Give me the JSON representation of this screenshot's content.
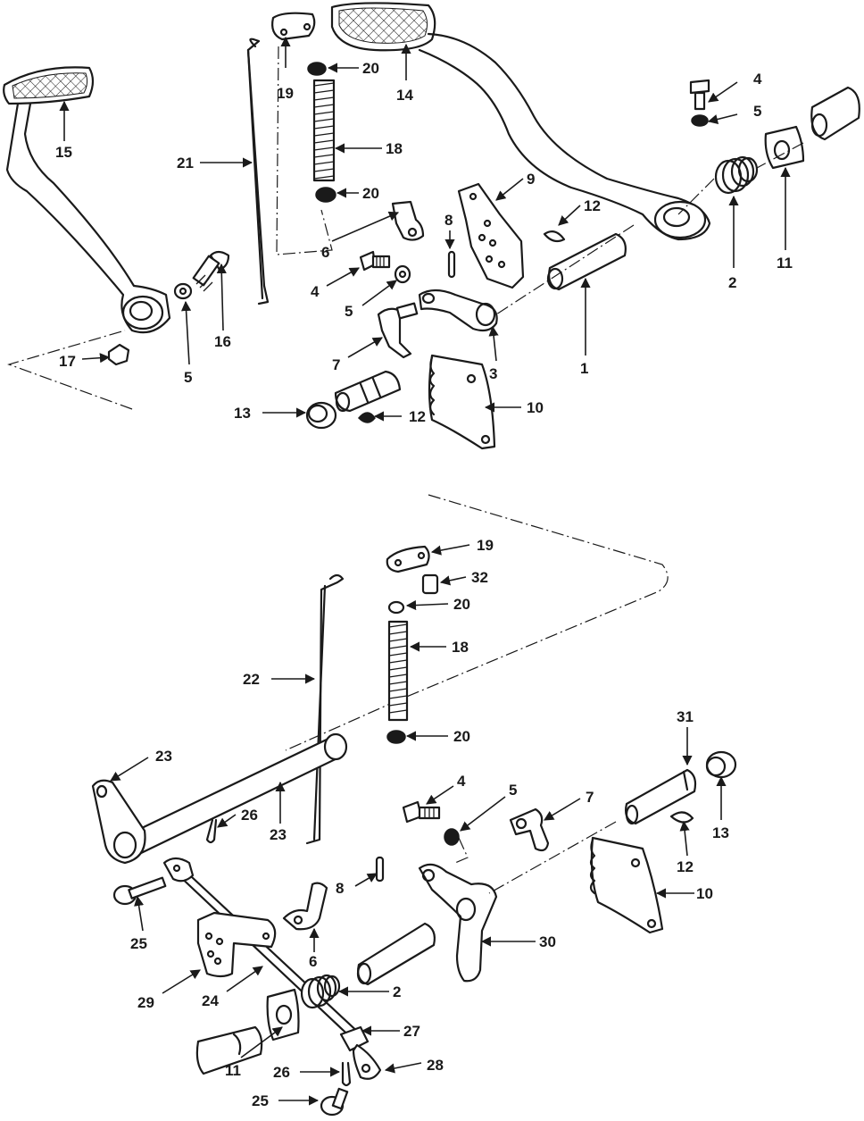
{
  "diagram": {
    "upper_assembly": {
      "callouts": [
        {
          "id": "u4a",
          "text": "4"
        },
        {
          "id": "u5a",
          "text": "5"
        },
        {
          "id": "u15",
          "text": "15"
        },
        {
          "id": "u19",
          "text": "19"
        },
        {
          "id": "u20a",
          "text": "20"
        },
        {
          "id": "u14",
          "text": "14"
        },
        {
          "id": "u21",
          "text": "21"
        },
        {
          "id": "u18",
          "text": "18"
        },
        {
          "id": "u20b",
          "text": "20"
        },
        {
          "id": "u9",
          "text": "9"
        },
        {
          "id": "u12a",
          "text": "12"
        },
        {
          "id": "u8",
          "text": "8"
        },
        {
          "id": "u6",
          "text": "6"
        },
        {
          "id": "u2",
          "text": "2"
        },
        {
          "id": "u11",
          "text": "11"
        },
        {
          "id": "u4b",
          "text": "4"
        },
        {
          "id": "u5b",
          "text": "5"
        },
        {
          "id": "u16",
          "text": "16"
        },
        {
          "id": "u5c",
          "text": "5"
        },
        {
          "id": "u17",
          "text": "17"
        },
        {
          "id": "u7",
          "text": "7"
        },
        {
          "id": "u3",
          "text": "3"
        },
        {
          "id": "u1",
          "text": "1"
        },
        {
          "id": "u13",
          "text": "13"
        },
        {
          "id": "u12b",
          "text": "12"
        },
        {
          "id": "u10",
          "text": "10"
        }
      ]
    },
    "lower_assembly": {
      "callouts": [
        {
          "id": "l19",
          "text": "19"
        },
        {
          "id": "l32",
          "text": "32"
        },
        {
          "id": "l20a",
          "text": "20"
        },
        {
          "id": "l18",
          "text": "18"
        },
        {
          "id": "l22",
          "text": "22"
        },
        {
          "id": "l20b",
          "text": "20"
        },
        {
          "id": "l31",
          "text": "31"
        },
        {
          "id": "l23a",
          "text": "23"
        },
        {
          "id": "l4",
          "text": "4"
        },
        {
          "id": "l5",
          "text": "5"
        },
        {
          "id": "l7",
          "text": "7"
        },
        {
          "id": "l23b",
          "text": "23"
        },
        {
          "id": "l26a",
          "text": "26"
        },
        {
          "id": "l13",
          "text": "13"
        },
        {
          "id": "l12",
          "text": "12"
        },
        {
          "id": "l8",
          "text": "8"
        },
        {
          "id": "l10",
          "text": "10"
        },
        {
          "id": "l25a",
          "text": "25"
        },
        {
          "id": "l6",
          "text": "6"
        },
        {
          "id": "l30",
          "text": "30"
        },
        {
          "id": "l29",
          "text": "29"
        },
        {
          "id": "l24",
          "text": "24"
        },
        {
          "id": "l2",
          "text": "2"
        },
        {
          "id": "l27",
          "text": "27"
        },
        {
          "id": "l11",
          "text": "11"
        },
        {
          "id": "l28",
          "text": "28"
        },
        {
          "id": "l26b",
          "text": "26"
        },
        {
          "id": "l25b",
          "text": "25"
        }
      ]
    }
  }
}
